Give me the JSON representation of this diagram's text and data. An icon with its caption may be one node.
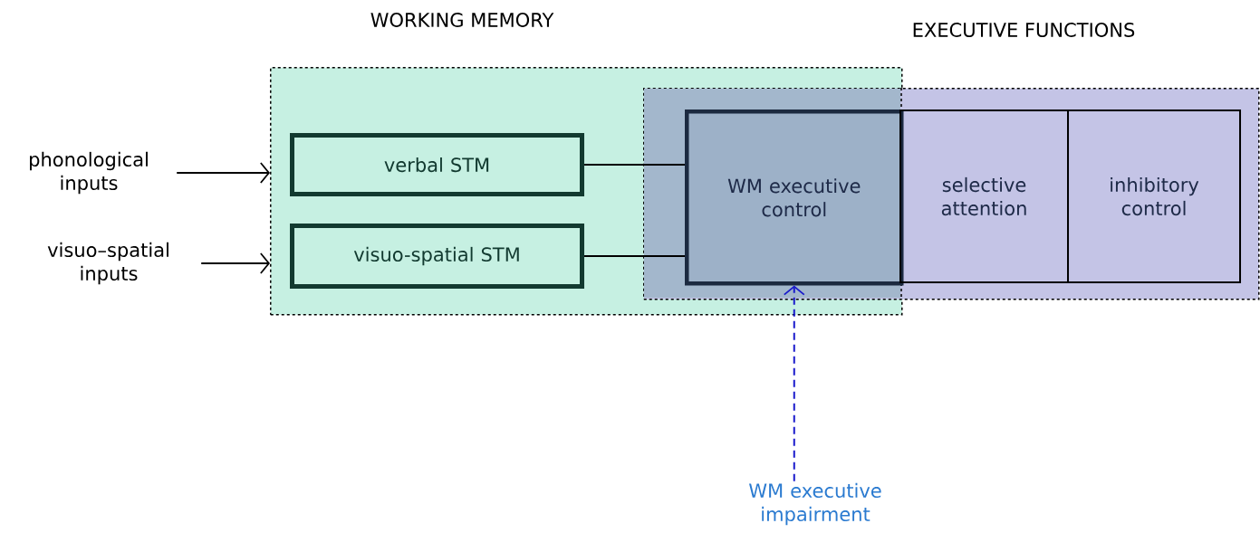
{
  "diagram": {
    "nodes": [
      {
        "text": [
          "WORKING MEMORY"
        ]
      },
      {
        "text": [
          "EXECUTIVE FUNCTIONS"
        ]
      },
      {
        "text": [
          "verbal  STM"
        ],
        "in": 0
      },
      {
        "text": [
          "visuo-spatial STM"
        ],
        "in": 0
      },
      {
        "text": [
          "WM executive control"
        ]
      },
      {
        "text": [
          "selective attention"
        ],
        "in": 1
      },
      {
        "text": [
          "inhibitory control"
        ],
        "in": 1
      },
      {
        "text": [
          "phonological inputs"
        ]
      },
      {
        "text": [
          "visuo–spatial inputs"
        ]
      },
      {
        "text": [
          "WM executive impairment"
        ]
      }
    ],
    "edges": [
      {
        "from": 7,
        "to": 0,
        "arrow": "to"
      },
      {
        "from": 8,
        "to": 0,
        "arrow": "to"
      },
      {
        "from": 2,
        "to": 4,
        "arrow": "none"
      },
      {
        "from": 3,
        "to": 4,
        "arrow": "none"
      },
      {
        "from": 9,
        "to": 4,
        "arrow": "to",
        "style": "dashed",
        "color": "#1a1acc"
      }
    ]
  }
}
